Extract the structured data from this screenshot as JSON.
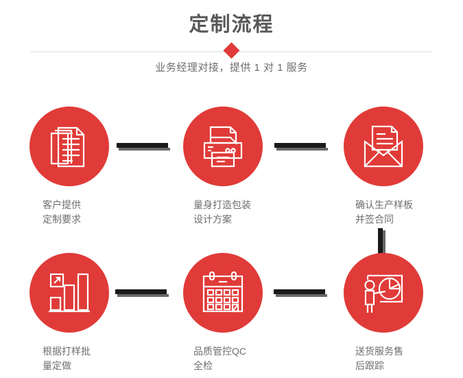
{
  "header": {
    "title": "定制流程",
    "subtitle": "业务经理对接，提供 1 对 1 服务",
    "accent_color": "#e03b38",
    "title_color": "#585858",
    "subtitle_color": "#6d6d6d",
    "divider_color": "#d9d9d9",
    "diamond_icon": "diamond-marker"
  },
  "flow": {
    "connector_color": "#1a1a1a",
    "connector_shadow_color": "#676767",
    "circle_color": "#e03b38",
    "label_color": "#6e6e6e",
    "steps": [
      {
        "index": 1,
        "icon": "documents-stack-icon",
        "label": "客户提供\n定制要求",
        "line1": "客户提供",
        "line2": "定制要求"
      },
      {
        "index": 2,
        "icon": "printer-icon",
        "label": "量身打造包装\n设计方案",
        "line1": "量身打造包装",
        "line2": "设计方案"
      },
      {
        "index": 3,
        "icon": "open-envelope-letter-icon",
        "label": "确认生产样板\n并签合同",
        "line1": "确认生产样板",
        "line2": "并签合同"
      },
      {
        "index": 4,
        "icon": "bar-chart-growth-icon",
        "label": "根据打样批\n量定做",
        "line1": "根据打样批",
        "line2": "量定做"
      },
      {
        "index": 5,
        "icon": "calendar-checklist-icon",
        "label": "品质管控QC\n全检",
        "line1": "品质管控QC",
        "line2": "全检"
      },
      {
        "index": 6,
        "icon": "presenter-pie-chart-icon",
        "label": "送货服务售\n后跟踪",
        "line1": "送货服务售",
        "line2": "后跟踪"
      }
    ]
  }
}
